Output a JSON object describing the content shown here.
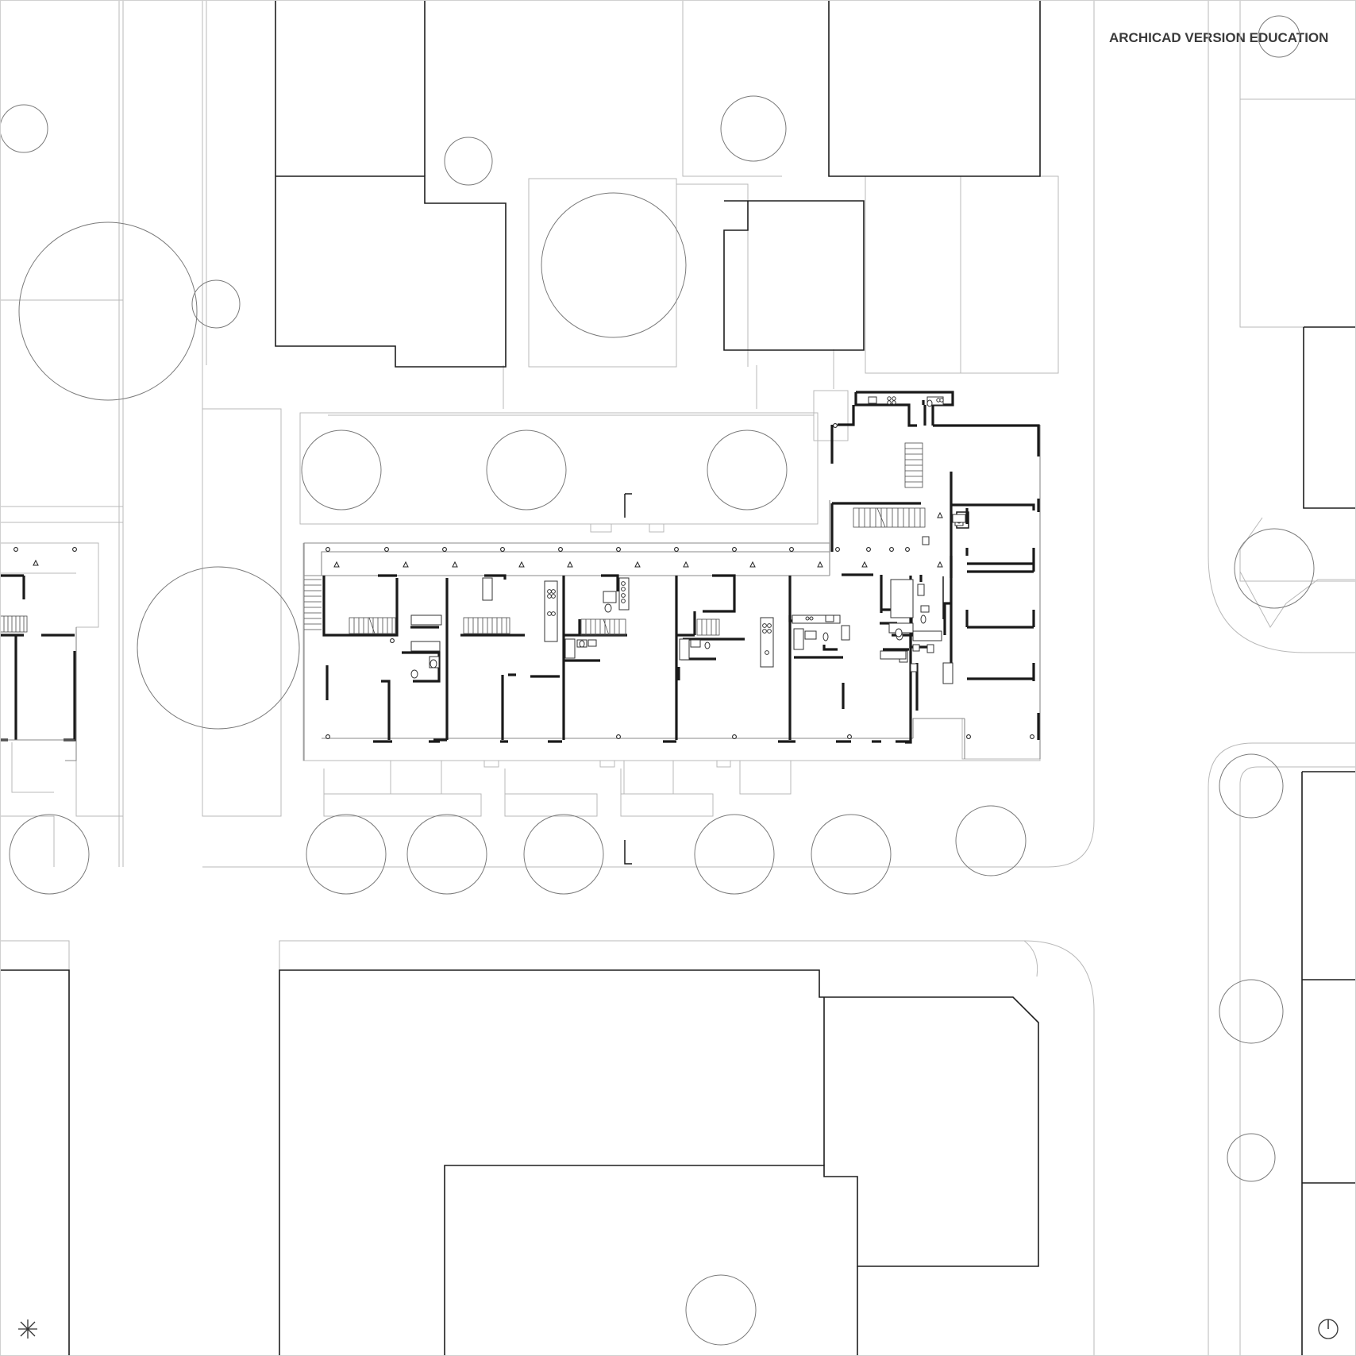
{
  "drawing": {
    "watermark": "ARCHICAD VERSION EDUCATION",
    "symbols": {
      "bottom_left": "sun-star-symbol",
      "bottom_right": "north-arrow-symbol"
    },
    "colors": {
      "background": "#ffffff",
      "walls": "#1a1a1a",
      "context_lines": "#b9b9b9",
      "trees": "#7a7a7a"
    }
  }
}
